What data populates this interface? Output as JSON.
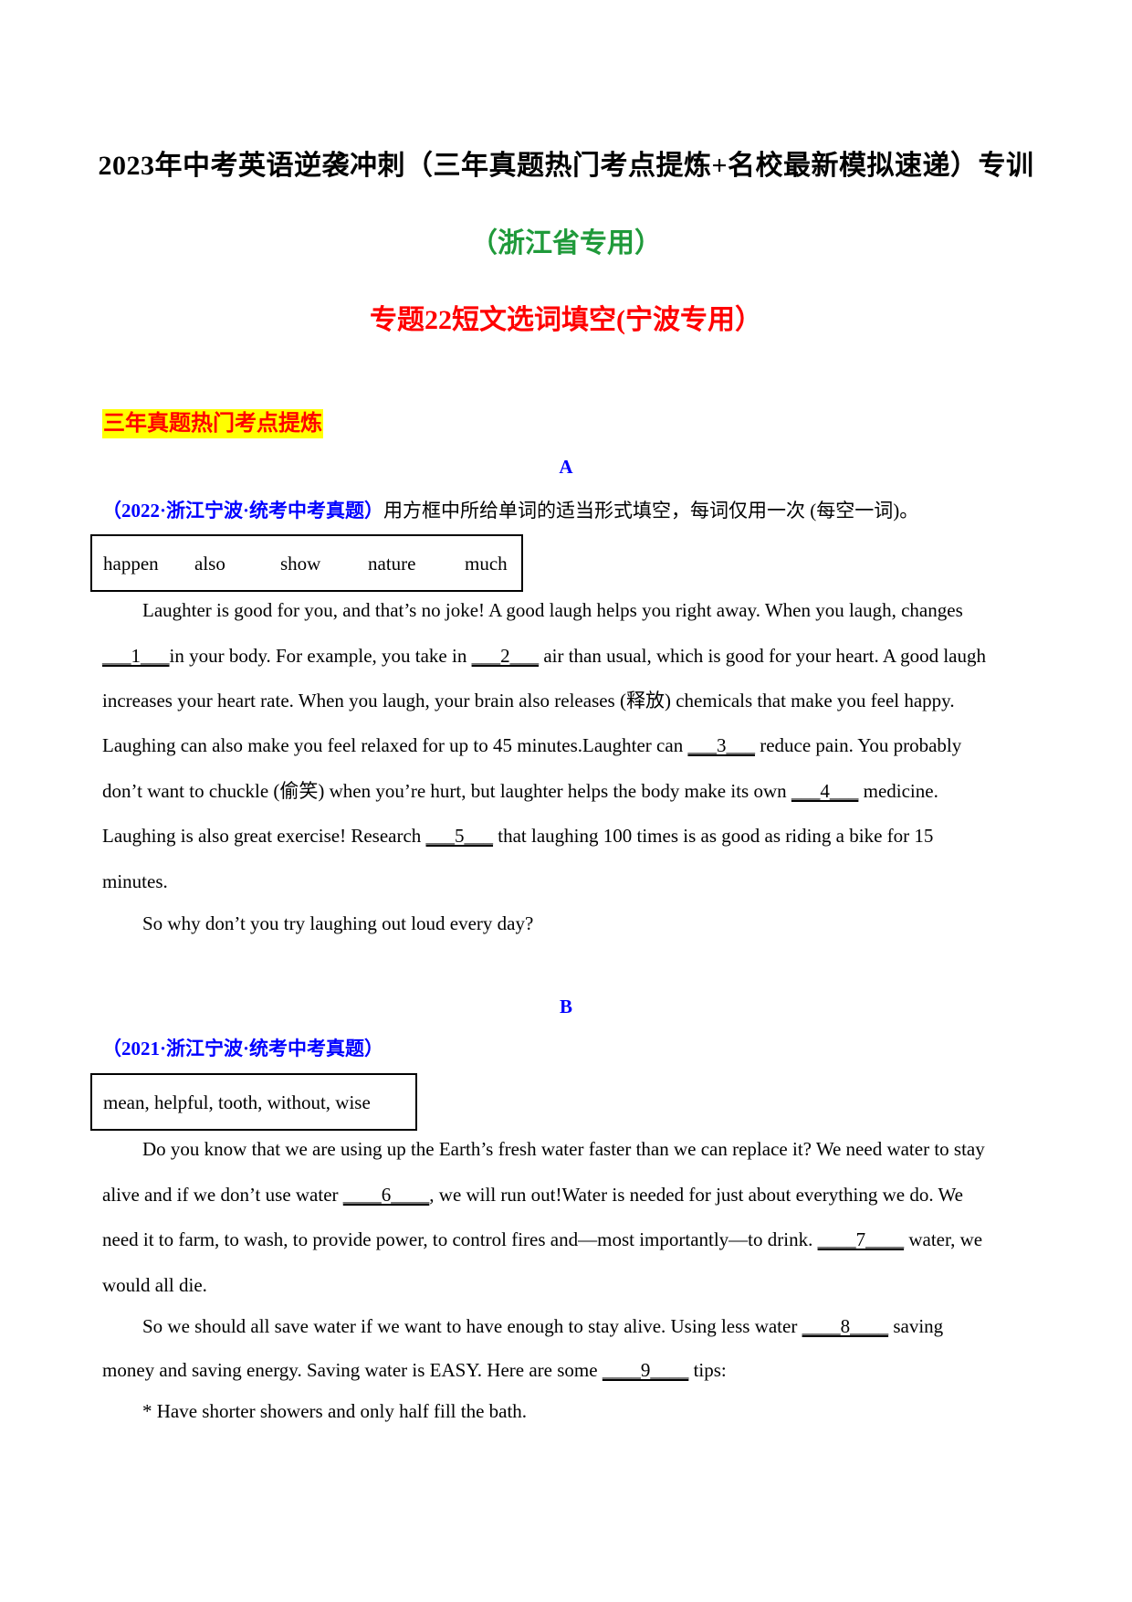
{
  "header": {
    "title": "2023年中考英语逆袭冲刺（三年真题热门考点提炼+名校最新模拟速递）专训",
    "subtitle_province": "（浙江省专用）",
    "subtitle_topic": "专题22短文选词填空(宁波专用）"
  },
  "section": {
    "label": "三年真题热门考点提炼"
  },
  "part_a": {
    "letter": "A",
    "source": "（2022·浙江宁波·统考中考真题）",
    "instruction": "用方框中所给单词的适当形式填空，每词仅用一次 (每空一词)。",
    "words": [
      "happen",
      "also",
      "show",
      "nature",
      "much"
    ],
    "lines": [
      {
        "pre": "Laughter is good for you, and that’s no joke! A good laugh helps you right away. When you laugh, changes"
      },
      {
        "blank": "___1___",
        "post": "in your body. For example, you take in ",
        "blank2": "___2___",
        "post2": " air than usual, which is good for your heart. A good laugh"
      },
      {
        "pre": "increases your heart rate. When you laugh, your brain also releases (释放) chemicals that make you feel happy."
      },
      {
        "pre": "Laughing can also make you feel relaxed for up to 45 minutes.Laughter can ",
        "blank": "___3___",
        "post": " reduce pain. You probably"
      },
      {
        "pre": "don’t want to chuckle (偷笑) when you’re hurt, but laughter helps the body make its own ",
        "blank": "___4___",
        "post": " medicine."
      },
      {
        "pre": "Laughing is also great exercise! Research ",
        "blank": "___5___",
        "post": " that laughing 100 times is as good as riding a bike for 15"
      },
      {
        "pre": "minutes."
      },
      {
        "pre": "So why don’t you try laughing out loud every day?"
      }
    ]
  },
  "part_b": {
    "letter": "B",
    "source": "（2021·浙江宁波·统考中考真题）",
    "words_text": "mean, helpful, tooth, without, wise",
    "lines": [
      {
        "pre": "Do you know that we are using up the Earth’s fresh water faster than we can replace it? We need water to stay"
      },
      {
        "pre": "alive and if we don’t use water ",
        "blank": "____6____",
        "post": ", we will run out!Water is needed for just about everything we do. We"
      },
      {
        "pre": "need it to farm, to wash, to provide power, to control fires and—most importantly—to drink. ",
        "blank": "____7____",
        "post": " water, we"
      },
      {
        "pre": "would all die."
      },
      {
        "pre": "So we should all save water if we want to have enough to stay alive. Using less water ",
        "blank": "____8____",
        "post": " saving"
      },
      {
        "pre": "money and saving energy. Saving water is EASY. Here are some ",
        "blank": "____9____",
        "post": " tips:"
      },
      {
        "pre": "* Have shorter showers and only half fill the bath."
      }
    ]
  }
}
